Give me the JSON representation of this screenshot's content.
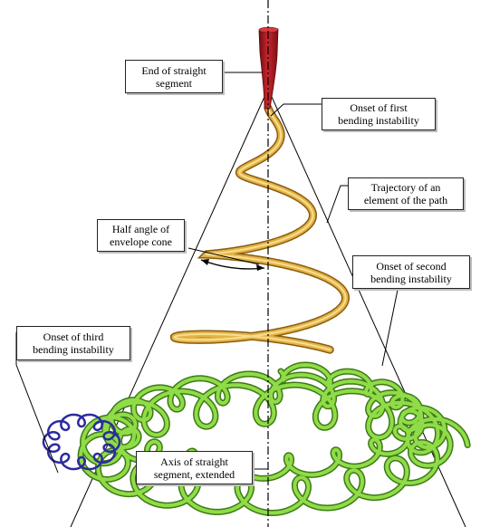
{
  "callouts": {
    "end_straight": [
      "End of straight",
      "segment"
    ],
    "first_bending": [
      "Onset of first",
      "bending instability"
    ],
    "trajectory": [
      "Trajectory of an",
      "element of the path"
    ],
    "half_angle": [
      "Half angle of",
      "envelope cone"
    ],
    "second_bending": [
      "Onset of second",
      "bending instability"
    ],
    "third_bending": [
      "Onset of third",
      "bending instability"
    ],
    "axis": [
      "Axis of straight",
      "segment, extended"
    ]
  },
  "colors": {
    "straight_segment": "#a81c22",
    "first_loop": "#d9a434",
    "second_loop": "#7ccc3a",
    "third_loop": "#2f2fa8",
    "lines": "#000000"
  }
}
